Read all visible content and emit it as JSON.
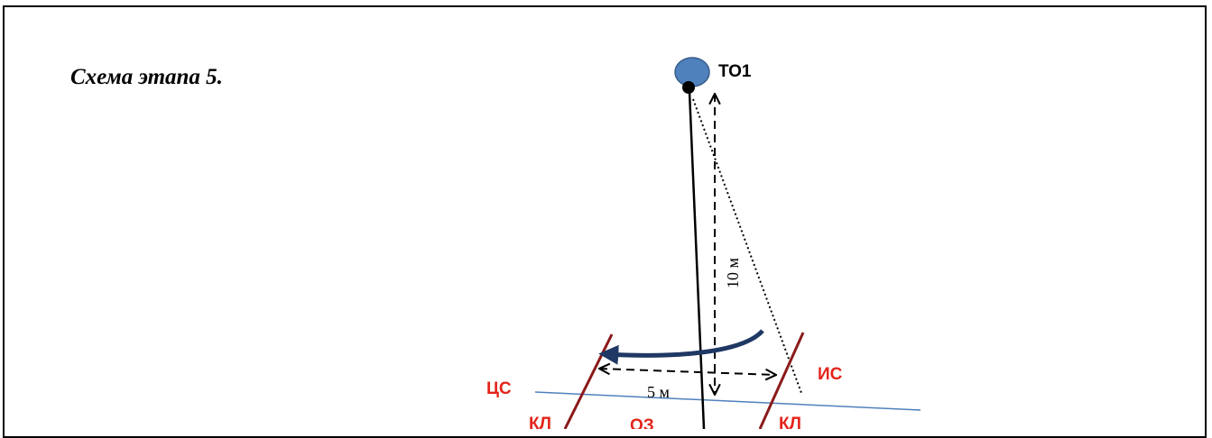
{
  "title": "Схема этапа 5.",
  "labels": {
    "target": "ТО1",
    "distance_vertical": "10 м",
    "distance_horizontal": "5 м",
    "left_sector": "ЦС",
    "right_sector": "ИС",
    "left_line": "КЛ",
    "right_line": "КЛ",
    "center_bottom": "ОЗ"
  },
  "colors": {
    "target_fill": "#4f81bd",
    "target_stroke": "#385d8a",
    "label_red": "#e3241b",
    "line_darkred": "#8b1a1a",
    "arrow_navy": "#1f3864",
    "ground_line": "#4f81bd",
    "black": "#000000"
  }
}
